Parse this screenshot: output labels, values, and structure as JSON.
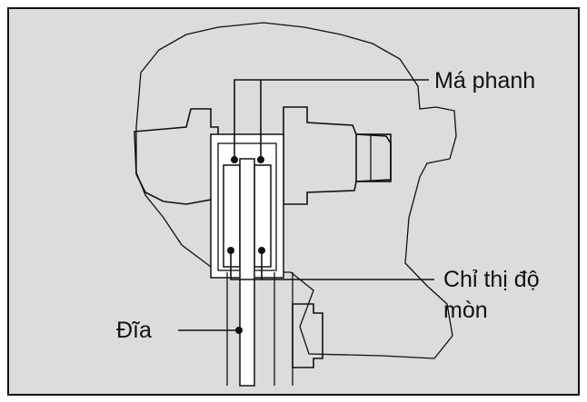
{
  "labels": {
    "brake_pad": "Má phanh",
    "wear_indicator_line1": "Chỉ thị độ",
    "wear_indicator_line2": "mòn",
    "disc": "Đĩa"
  },
  "colors": {
    "background": "#dcdcdc",
    "outline": "#111111",
    "inner_fill": "#ffffff"
  }
}
